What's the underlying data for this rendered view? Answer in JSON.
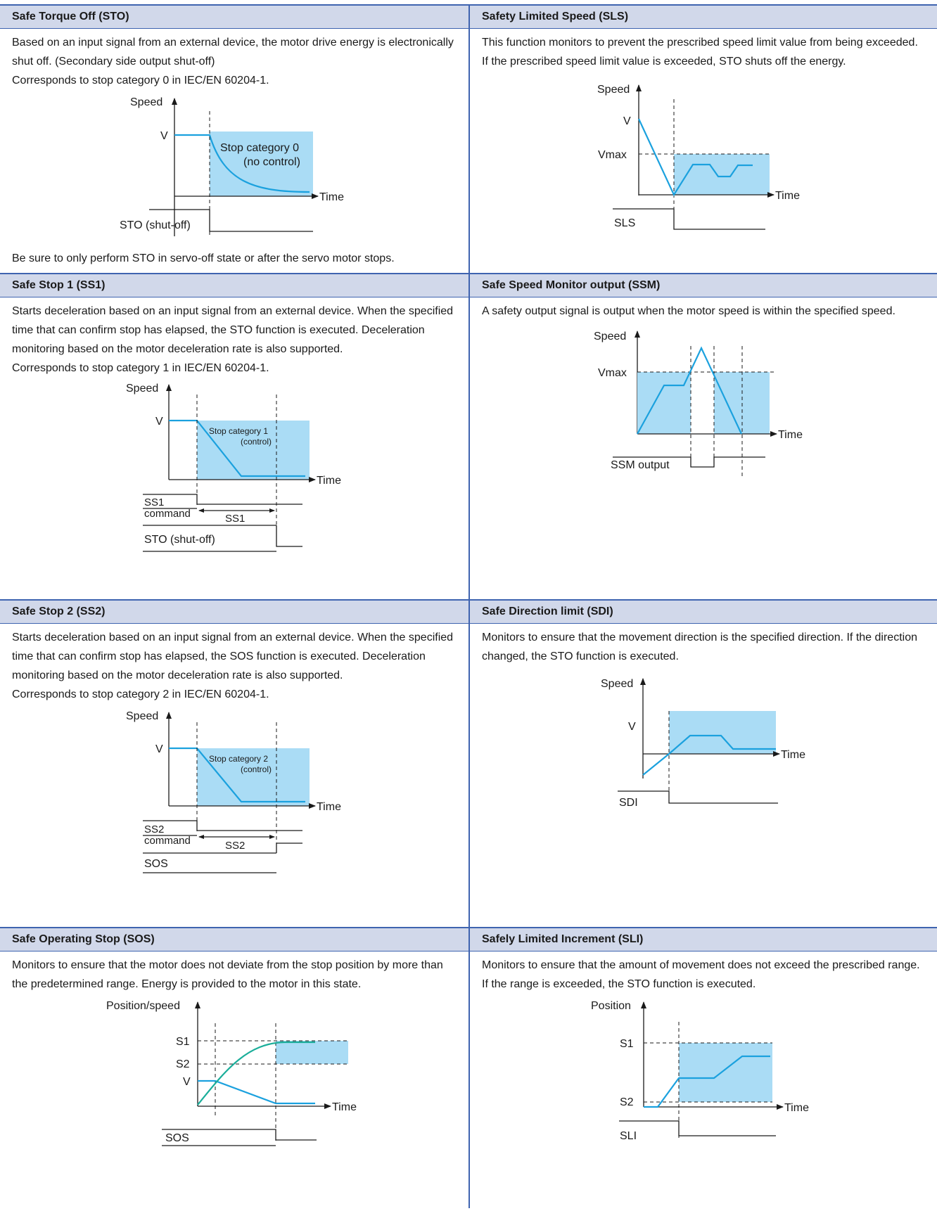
{
  "colors": {
    "accent": "#3f64b0",
    "header_bg": "#d1d8ea",
    "zone_fill": "#aadcf5",
    "curve": "#1ba1de",
    "position_curve": "#1bae9a"
  },
  "sections": {
    "sto": {
      "title": "Safe Torque Off (STO)",
      "desc1": "Based on an input signal from an external device, the motor drive energy is electronically shut off. (Secondary side output shut-off)",
      "desc2": "Corresponds to stop category 0 in IEC/EN 60204-1.",
      "note": "Be sure to only perform STO in servo-off state or after the servo motor stops.",
      "fig": {
        "speed": "Speed",
        "v": "V",
        "time": "Time",
        "zone1": "Stop category 0",
        "zone2": "(no control)",
        "signal": "STO (shut-off)"
      }
    },
    "sls": {
      "title": "Safety Limited Speed (SLS)",
      "desc": "This function monitors to prevent the prescribed speed limit value from being exceeded. If the prescribed speed limit value is exceeded, STO shuts off the energy.",
      "fig": {
        "speed": "Speed",
        "v": "V",
        "vmax": "Vmax",
        "time": "Time",
        "signal": "SLS"
      }
    },
    "ss1": {
      "title": "Safe Stop 1 (SS1)",
      "desc1": "Starts deceleration based on an input signal from an external device. When the specified time that can confirm stop has elapsed, the STO function is executed. Deceleration monitoring based on the motor deceleration rate is also supported.",
      "desc2": "Corresponds to stop category 1 in IEC/EN 60204-1.",
      "fig": {
        "speed": "Speed",
        "v": "V",
        "time": "Time",
        "zone1": "Stop category 1",
        "zone2": "(control)",
        "cmd1": "SS1",
        "cmd2": "command",
        "span": "SS1",
        "signal": "STO (shut-off)"
      }
    },
    "ssm": {
      "title": "Safe Speed Monitor output (SSM)",
      "desc": "A safety output signal is output when the motor speed is within the specified speed.",
      "fig": {
        "speed": "Speed",
        "vmax": "Vmax",
        "time": "Time",
        "signal": "SSM output"
      }
    },
    "ss2": {
      "title": "Safe Stop 2 (SS2)",
      "desc1": "Starts deceleration based on an input signal from an external device. When the specified time that can confirm stop has elapsed, the SOS function is executed. Deceleration monitoring based on the motor deceleration rate is also supported.",
      "desc2": "Corresponds to stop category 2 in IEC/EN 60204-1.",
      "fig": {
        "speed": "Speed",
        "v": "V",
        "time": "Time",
        "zone1": "Stop category 2",
        "zone2": "(control)",
        "cmd1": "SS2",
        "cmd2": "command",
        "span": "SS2",
        "signal": "SOS"
      }
    },
    "sdi": {
      "title": "Safe Direction limit (SDI)",
      "desc": "Monitors to ensure that the movement direction is the specified direction. If the direction changed, the STO function is executed.",
      "fig": {
        "speed": "Speed",
        "v": "V",
        "time": "Time",
        "signal": "SDI"
      }
    },
    "sos": {
      "title": "Safe Operating Stop (SOS)",
      "desc": "Monitors to ensure that the motor does not deviate from the stop position by more than the predetermined range. Energy is provided to the motor in this state.",
      "fig": {
        "speed": "Position/speed",
        "s1": "S1",
        "s2": "S2",
        "v": "V",
        "time": "Time",
        "signal": "SOS"
      }
    },
    "sli": {
      "title": "Safely Limited Increment (SLI)",
      "desc": "Monitors to ensure that the amount of movement does not exceed the prescribed range. If the range is exceeded, the STO function is executed.",
      "fig": {
        "speed": "Position",
        "s1": "S1",
        "s2": "S2",
        "time": "Time",
        "signal": "SLI"
      }
    }
  }
}
